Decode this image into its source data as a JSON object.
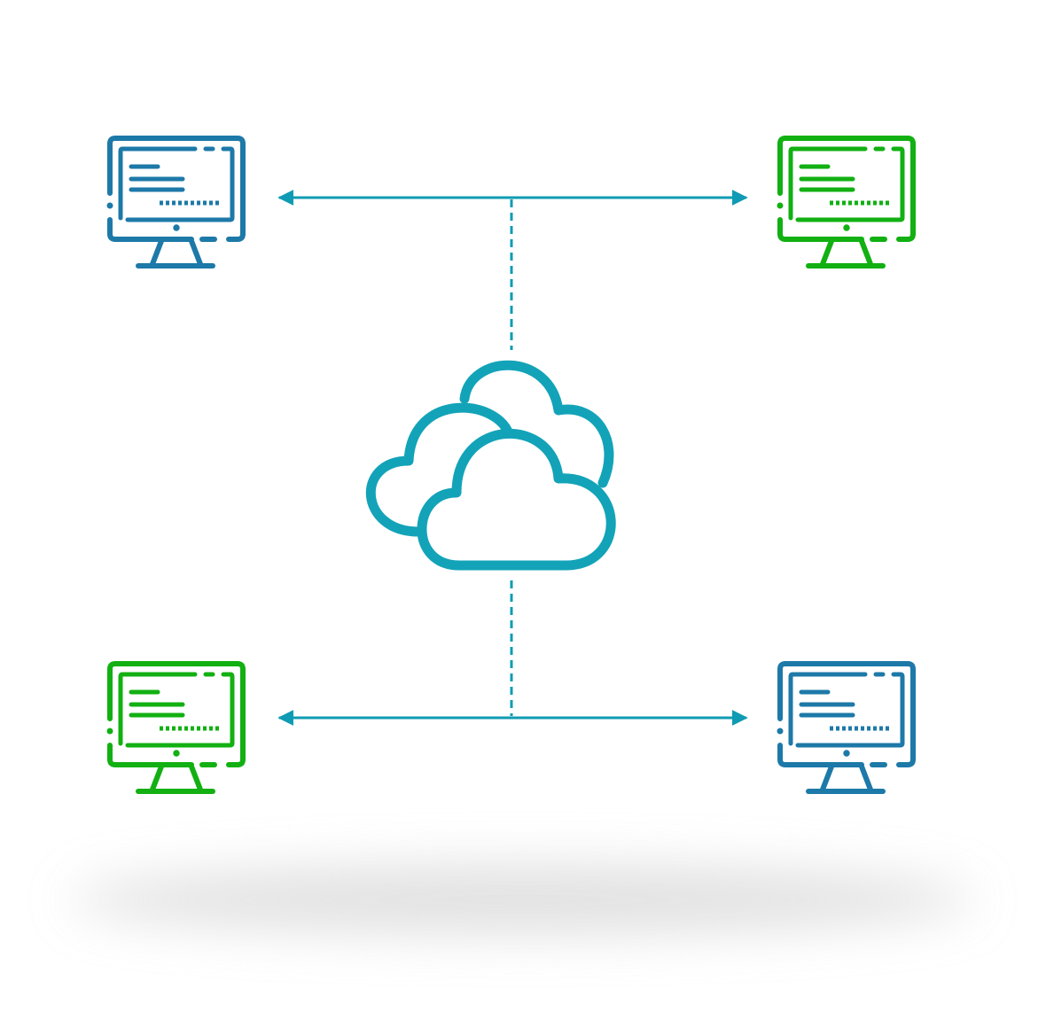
{
  "diagram": {
    "kind": "network-topology",
    "colors": {
      "connector": "#0f9bb3",
      "cloud": "#13a3b8",
      "blue_computer": "#1d79a8",
      "green_computer": "#12b012",
      "shadow": "#d6d6d6"
    },
    "nodes": [
      {
        "id": "computer-top-left",
        "icon": "desktop-computer-icon",
        "color": "blue_computer"
      },
      {
        "id": "computer-top-right",
        "icon": "desktop-computer-icon",
        "color": "green_computer"
      },
      {
        "id": "computer-bottom-left",
        "icon": "desktop-computer-icon",
        "color": "green_computer"
      },
      {
        "id": "computer-bottom-right",
        "icon": "desktop-computer-icon",
        "color": "blue_computer"
      },
      {
        "id": "cloud-center",
        "icon": "cloud-icon",
        "color": "cloud"
      }
    ],
    "edges": [
      {
        "from": "computer-top-left",
        "to": "computer-top-right",
        "style": "solid",
        "arrows": "both"
      },
      {
        "from": "computer-bottom-left",
        "to": "computer-bottom-right",
        "style": "solid",
        "arrows": "both"
      },
      {
        "from": "cloud-center",
        "to": "top-link",
        "style": "dashed",
        "arrows": "none"
      },
      {
        "from": "cloud-center",
        "to": "bottom-link",
        "style": "dashed",
        "arrows": "none"
      }
    ]
  }
}
